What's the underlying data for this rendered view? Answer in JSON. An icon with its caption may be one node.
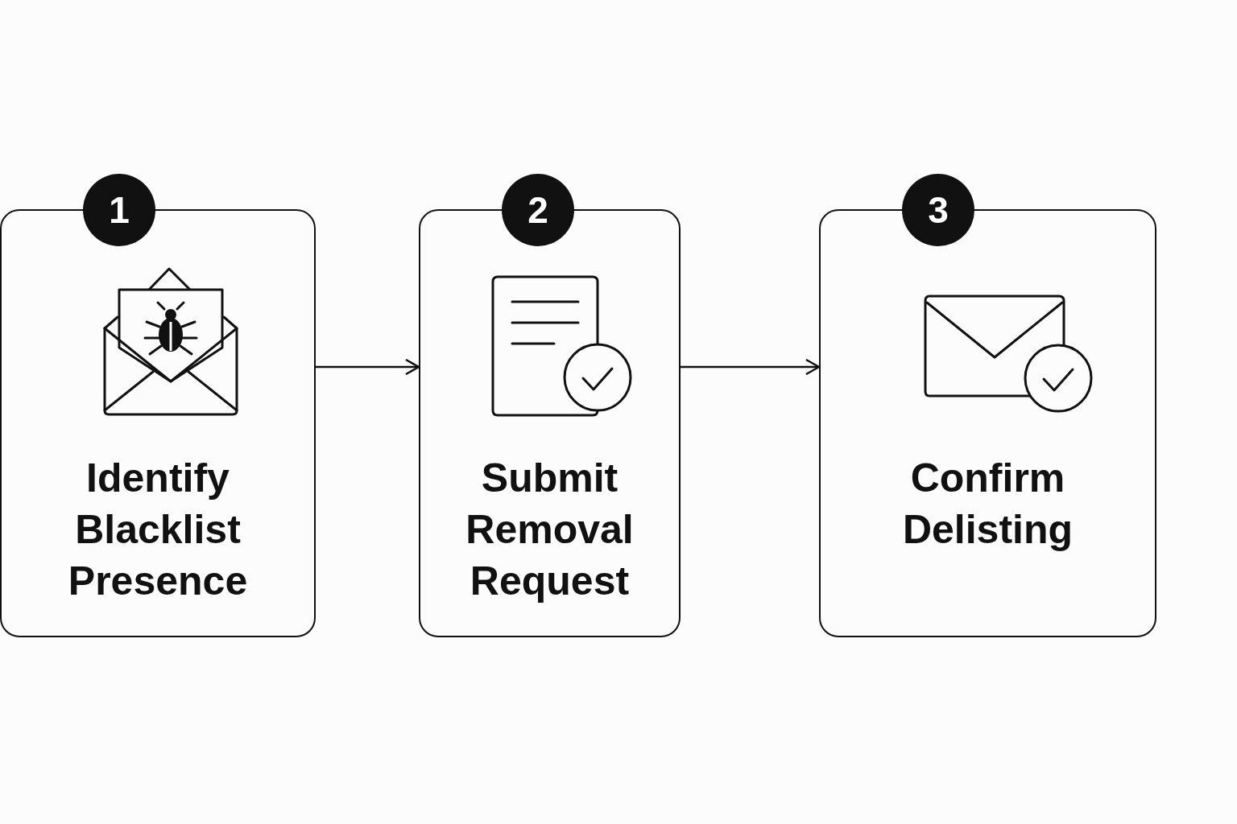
{
  "diagram": {
    "nodes": [
      {
        "text": [
          "1",
          "Identify Blacklist Presence"
        ]
      },
      {
        "text": [
          "2",
          "Submit Removal Request"
        ]
      },
      {
        "text": [
          "3",
          "Confirm Delisting"
        ]
      }
    ],
    "edges": [
      {
        "from": 0,
        "to": 1,
        "arrow": "to"
      },
      {
        "from": 1,
        "to": 2,
        "arrow": "to"
      }
    ]
  }
}
